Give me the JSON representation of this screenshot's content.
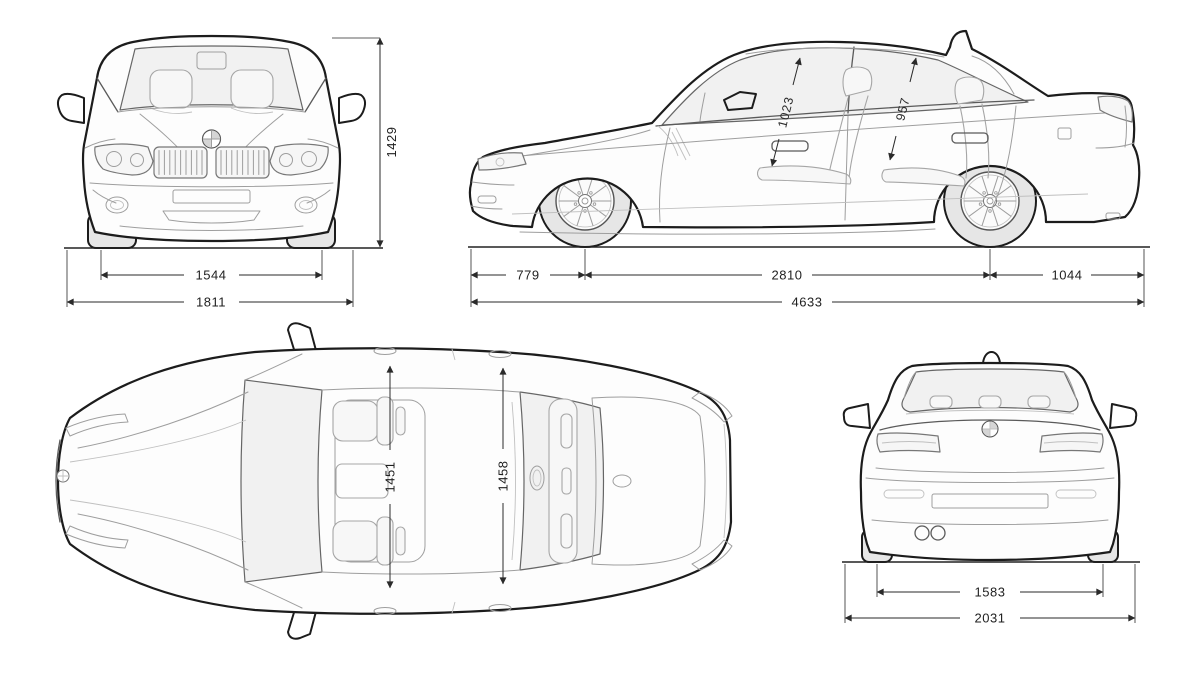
{
  "colors": {
    "background": "#ffffff",
    "outline": "#1c1c1c",
    "detail_line": "#9e9e9e",
    "glass": "#f1f1f1",
    "tire_fill": "#e6e6e6",
    "dimension": "#2a2a2a"
  },
  "front_view": {
    "dims": {
      "overall_height": "1429",
      "front_track": "1544",
      "body_width": "1811"
    }
  },
  "side_view": {
    "dims": {
      "front_interior_height": "1023",
      "rear_interior_height": "957",
      "front_overhang": "779",
      "wheelbase": "2810",
      "rear_overhang": "1044",
      "overall_length": "4633"
    }
  },
  "top_view": {
    "dims": {
      "front_interior_width": "1451",
      "rear_interior_width": "1458"
    }
  },
  "rear_view": {
    "dims": {
      "rear_track": "1583",
      "overall_width_mirrors": "2031"
    }
  }
}
